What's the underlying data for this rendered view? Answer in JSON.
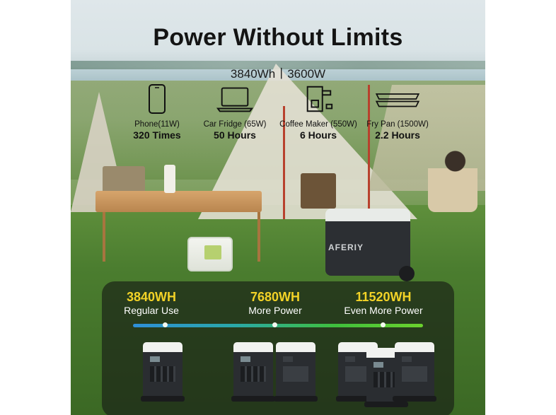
{
  "header": {
    "title": "Power Without Limits",
    "spec": "3840Wh丨3600W"
  },
  "usage": [
    {
      "icon": "phone-icon",
      "device": "Phone(11W)",
      "duration": "320 Times"
    },
    {
      "icon": "laptop-icon",
      "device": "Car Fridge (65W)",
      "duration": "50 Hours"
    },
    {
      "icon": "coffee-maker-icon",
      "device": "Coffee Maker (550W)",
      "duration": "6 Hours"
    },
    {
      "icon": "fry-pan-icon",
      "device": "Fry Pan (1500W)",
      "duration": "2.2 Hours"
    }
  ],
  "scene": {
    "brand": "AFERIY"
  },
  "capacity": [
    {
      "value": "3840WH",
      "label": "Regular Use",
      "units": 1
    },
    {
      "value": "7680WH",
      "label": "More Power",
      "units": 2
    },
    {
      "value": "11520WH",
      "label": "Even More Power",
      "units": 3
    }
  ],
  "colors": {
    "accent_yellow": "#f2d227",
    "bar_start": "#2e8fd8",
    "bar_end": "#6cd12d",
    "card_bg": "#1c2618"
  }
}
